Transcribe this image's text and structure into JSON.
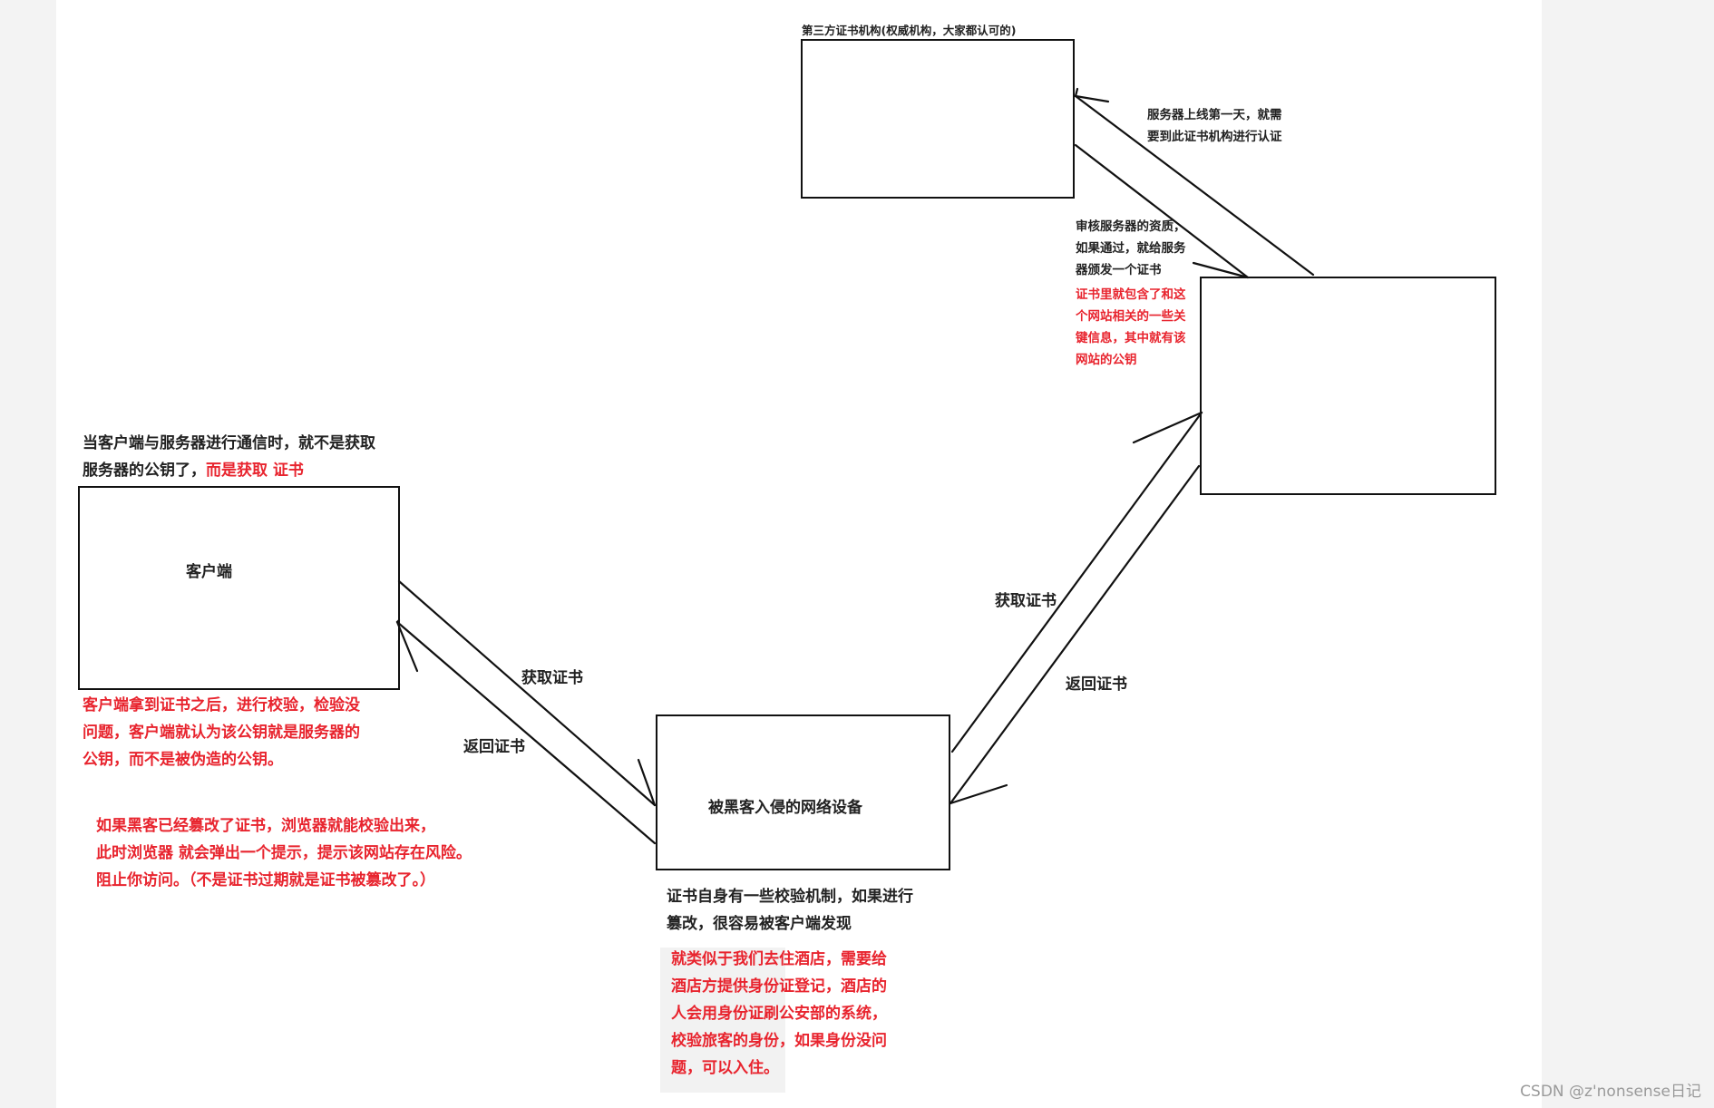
{
  "third_party": {
    "label": "第三方证书机构(权威机构，大家都认可的)"
  },
  "client": {
    "label": "客户端"
  },
  "hacker_device": {
    "label": "被黑客入侵的网络设备"
  },
  "server_note": {
    "lines": [
      "服务器上线第一天，就需",
      "要到此证书机构进行认证"
    ]
  },
  "review_note": {
    "lines": [
      "审核服务器的资质，",
      "如果通过，就给服务",
      "器颁发一个证书"
    ]
  },
  "cert_note": {
    "lines": [
      "证书里就包含了和这",
      "个网站相关的一些关",
      "键信息，其中就有该",
      "网站的公钥"
    ]
  },
  "client_top_note": {
    "line1": "当客户端与服务器进行通信时，就不是获取",
    "line2_black": "服务器的公钥了，",
    "line2_red": "而是获取 证书"
  },
  "client_check_note": {
    "lines": [
      "客户端拿到证书之后，进行校验，检验没",
      "问题，客户端就认为该公钥就是服务器的",
      "公钥，而不是被伪造的公钥。"
    ]
  },
  "tamper_note": {
    "lines": [
      "如果黑客已经篡改了证书，浏览器就能校验出来，",
      "此时浏览器 就会弹出一个提示，提示该网站存在风险。",
      "阻止你访问。（不是证书过期就是证书被篡改了。）"
    ]
  },
  "mechanism_note": {
    "lines": [
      "证书自身有一些校验机制，如果进行",
      "篡改，很容易被客户端发现"
    ]
  },
  "hotel_note": {
    "lines": [
      "就类似于我们去住酒店，需要给",
      "酒店方提供身份证登记，酒店的",
      "人会用身份证刷公安部的系统，",
      "校验旅客的身份，如果身份没问",
      "题，可以入住。"
    ]
  },
  "edge_labels": {
    "get_cert_left": "获取证书",
    "return_cert_left": "返回证书",
    "get_cert_right": "获取证书",
    "return_cert_right": "返回证书"
  },
  "watermark": "CSDN @z'nonsense日记",
  "colors": {
    "red": "#e8242e",
    "line": "#111111"
  }
}
